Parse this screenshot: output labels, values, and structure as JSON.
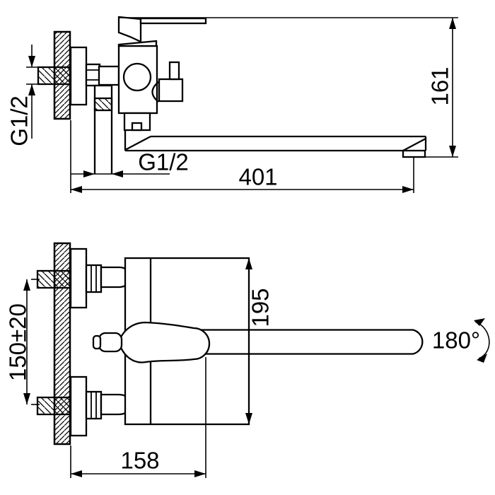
{
  "drawing": {
    "type": "technical-drawing",
    "subject": "wall-mounted faucet with long swivel spout, two orthographic views",
    "colors": {
      "line": "#000000",
      "background": "#ffffff"
    },
    "labels": {
      "side_wall_thread": "G1/2",
      "side_shower_thread": "G1/2",
      "side_height": "161",
      "side_reach": "401",
      "plan_body_width": "195",
      "plan_mount_centers": "150±20",
      "plan_body_depth": "158",
      "plan_swivel_angle": "180°"
    }
  }
}
